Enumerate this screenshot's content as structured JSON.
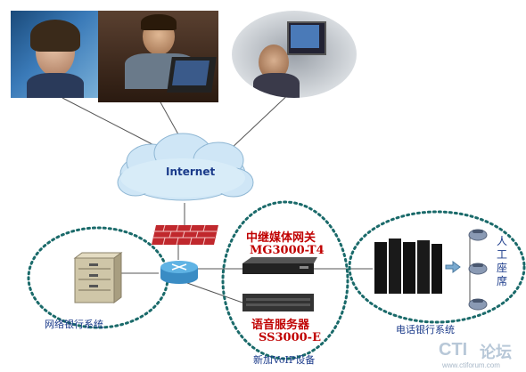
{
  "cloud": {
    "label": "Internet"
  },
  "gateway": {
    "title": "中继媒体网关",
    "model": "MG3000-T4"
  },
  "server": {
    "title": "语音服务器",
    "model": "SS3000-E"
  },
  "voip_caption": "新加VoIP设备",
  "web_bank_label": "网络银行系统",
  "phone_bank_label": "电话银行系统",
  "agent_label": [
    "人",
    "工",
    "座",
    "席"
  ],
  "watermark": {
    "brand_cti": "CTI",
    "brand_cn": "论坛",
    "url": "www.ctiforum.com"
  },
  "colors": {
    "link_dotted": "#1a6a6a",
    "label_red": "#c00000",
    "label_navy": "#1a3a8a",
    "cloud_fill": "#cfe6f6",
    "firewall": "#c0282d",
    "router": "#4aa3d8"
  }
}
